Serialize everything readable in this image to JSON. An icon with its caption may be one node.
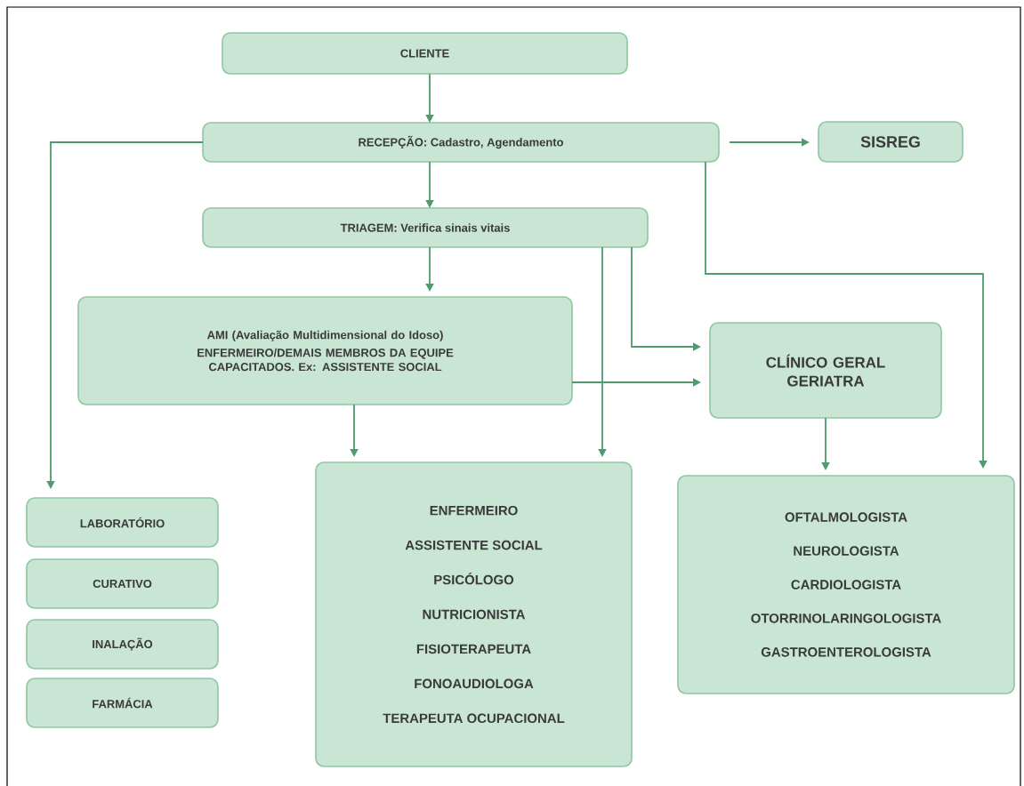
{
  "diagram": {
    "nodes": [
      {
        "text": [
          "CLIENTE"
        ]
      },
      {
        "text": [
          "RECEPÇÃO: Cadastro, Agendamento"
        ]
      },
      {
        "text": [
          "SISREG"
        ]
      },
      {
        "text": [
          "TRIAGEM: Verifica sinais vitais"
        ]
      },
      {
        "text": [
          "AMI (Avaliação Multidimensional do Idoso)",
          "ENFERMEIRO/DEMAIS MEMBROS DA EQUIPE CAPACITADOS. Ex: ASSISTENTE SOCIAL"
        ]
      },
      {
        "text": [
          "CLÍNICO GERAL GERIATRA"
        ]
      },
      {
        "text": [
          "LABORATÓRIO"
        ]
      },
      {
        "text": [
          "CURATIVO"
        ]
      },
      {
        "text": [
          "INALAÇÃO"
        ]
      },
      {
        "text": [
          "FARMÁCIA"
        ]
      },
      {
        "text": [
          "ENFERMEIRO",
          "ASSISTENTE SOCIAL",
          "PSICÓLOGO",
          "NUTRICIONISTA",
          "FISIOTERAPEUTA",
          "FONOAUDIOLOGA",
          "TERAPEUTA OCUPACIONAL"
        ]
      },
      {
        "text": [
          "OFTALMOLOGISTA",
          "NEUROLOGISTA",
          "CARDIOLOGISTA",
          "OTORRINOLARINGOLOGISTA",
          "GASTROENTEROLOGISTA"
        ]
      }
    ],
    "edges": [
      {
        "from": 0,
        "to": 1,
        "arrow": "to"
      },
      {
        "from": 1,
        "to": 2,
        "arrow": "to"
      },
      {
        "from": 1,
        "to": 3,
        "arrow": "to"
      },
      {
        "from": 1,
        "to": 6,
        "arrow": "to"
      },
      {
        "from": 1,
        "to": 11,
        "arrow": "to"
      },
      {
        "from": 3,
        "to": 4,
        "arrow": "to"
      },
      {
        "from": 3,
        "to": 10,
        "arrow": "to"
      },
      {
        "from": 3,
        "to": 5,
        "arrow": "to"
      },
      {
        "from": 4,
        "to": 5,
        "arrow": "to"
      },
      {
        "from": 4,
        "to": 10,
        "arrow": "to"
      },
      {
        "from": 5,
        "to": 11,
        "arrow": "to"
      }
    ]
  }
}
